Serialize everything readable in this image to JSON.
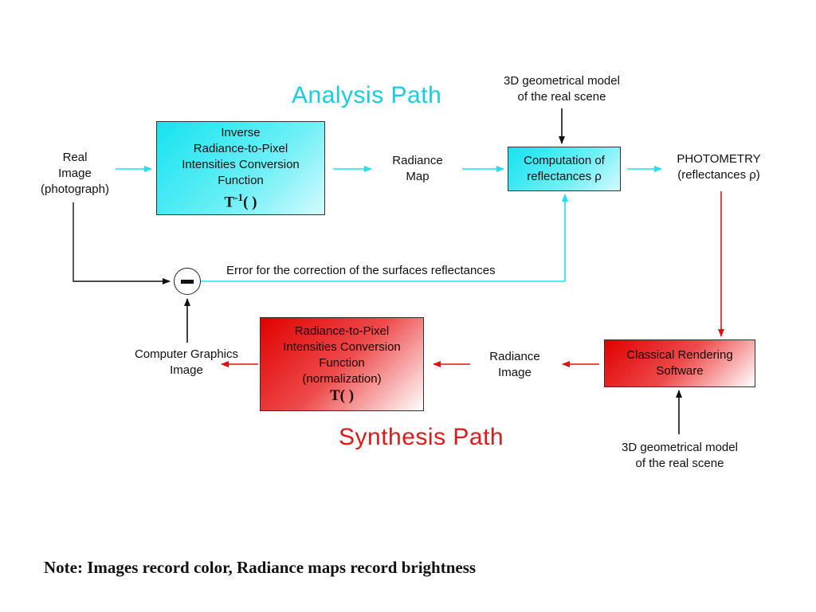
{
  "titles": {
    "analysis": "Analysis Path",
    "synthesis": "Synthesis Path"
  },
  "labels": {
    "real_image": [
      "Real",
      "Image",
      "(photograph)"
    ],
    "radiance_map": [
      "Radiance",
      "Map"
    ],
    "model_top": [
      "3D geometrical model",
      "of the real scene"
    ],
    "photometry": [
      "PHOTOMETRY",
      "(reflectances ρ)"
    ],
    "error": "Error for the correction of the surfaces reflectances",
    "cg_image": [
      "Computer Graphics",
      "Image"
    ],
    "radiance_image": [
      "Radiance",
      "Image"
    ],
    "model_bottom": [
      "3D geometrical model",
      "of the real scene"
    ]
  },
  "boxes": {
    "inverse": {
      "lines": [
        "Inverse",
        "Radiance-to-Pixel",
        "Intensities Conversion",
        "Function"
      ],
      "function_base": "T",
      "function_sup": "-1",
      "function_tail": "( )"
    },
    "computation": {
      "lines": [
        "Computation of",
        "reflectances ρ"
      ]
    },
    "forward": {
      "lines": [
        "Radiance-to-Pixel",
        "Intensities Conversion",
        "Function",
        "(normalization)"
      ],
      "function": "T( )"
    },
    "rendering": {
      "lines": [
        "Classical Rendering",
        "Software"
      ]
    }
  },
  "minus_symbol": "−",
  "note": "Note: Images record color, Radiance maps record brightness",
  "colors": {
    "analysis": "#17cde0",
    "synthesis": "#dd1a1a",
    "cyan_box": "#14e3f0",
    "red_box": "#e00000",
    "neutral_arrow": "#111111"
  }
}
